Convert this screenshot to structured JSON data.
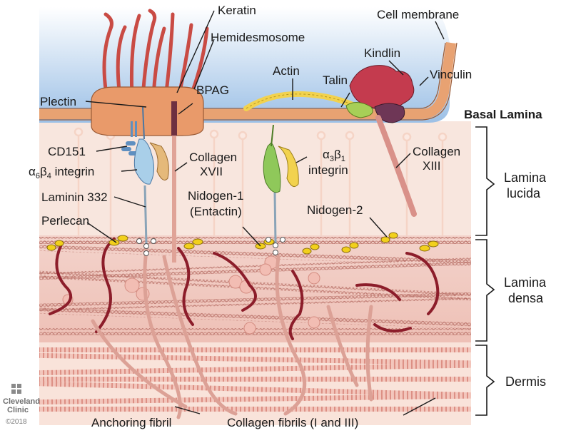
{
  "colors": {
    "cytoplasm": "#cfe0f2",
    "membrane": "#e8a272",
    "lucida": "#f7e4da",
    "densa": "#f1cbc3",
    "dermis": "#f8ddd4",
    "keratin": "#c94b44",
    "hemidesmosome": "#e99a6a",
    "actin": "#f2d24e",
    "kindlin": "#c43b4e",
    "vinculin": "#6e3656",
    "talin": "#a7cf57",
    "integrin_a6b4": "#a9cfe9",
    "integrin_a3b1": "#8fc85a",
    "nidogen": "#f2d01c",
    "perlecan": "#8c1d2a",
    "collagen_fibril": "#e9aaa0"
  },
  "labels": {
    "keratin": "Keratin",
    "hemidesmosome": "Hemidesmosome",
    "cell_membrane": "Cell membrane",
    "kindlin": "Kindlin",
    "actin": "Actin",
    "talin": "Talin",
    "vinculin": "Vinculin",
    "plectin": "Plectin",
    "bpag": "BPAG",
    "cd151": "CD151",
    "a6b4_alpha": "α",
    "a6b4_sub1": "6",
    "a6b4_beta": "β",
    "a6b4_sub2": "4",
    "a6b4_word": " integrin",
    "collagen_xvii_1": "Collagen",
    "collagen_xvii_2": "XVII",
    "a3b1_alpha": "α",
    "a3b1_sub1": "3",
    "a3b1_beta": "β",
    "a3b1_sub2": "1",
    "a3b1_word": "integrin",
    "collagen_xiii_1": "Collagen",
    "collagen_xiii_2": "XIII",
    "laminin": "Laminin 332",
    "nidogen1_1": "Nidogen-1",
    "nidogen1_2": "(Entactin)",
    "nidogen2": "Nidogen-2",
    "perlecan": "Perlecan",
    "anchoring_fibril": "Anchoring fibril",
    "collagen_fibrils": "Collagen fibrils (I and III)"
  },
  "layers": {
    "basal_lamina": "Basal Lamina",
    "lamina_lucida_1": "Lamina",
    "lamina_lucida_2": "lucida",
    "lamina_densa_1": "Lamina",
    "lamina_densa_2": "densa",
    "dermis": "Dermis"
  },
  "logo": {
    "line1": "Cleveland",
    "line2": "Clinic",
    "copyright": "©2018"
  }
}
